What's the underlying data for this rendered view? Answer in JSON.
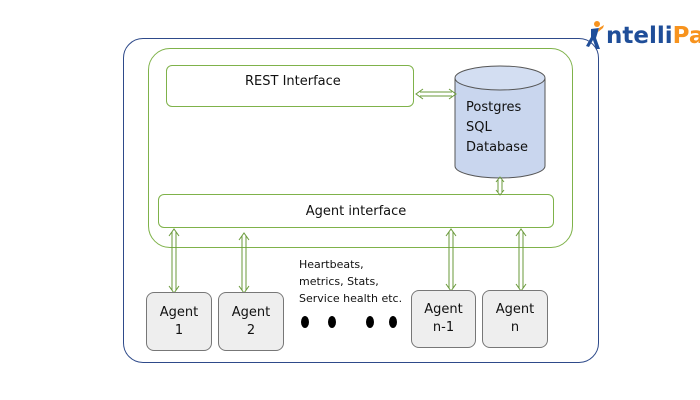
{
  "logo": {
    "text_part1": "ntelli",
    "text_part2": "Paat",
    "color_orange": "#f7931e",
    "color_blue": "#1f4e99"
  },
  "diagram": {
    "rest_interface": "REST Interface",
    "database_line1": "Postgres",
    "database_line2": "SQL",
    "database_line3": "Database",
    "agent_interface": "Agent interface",
    "message_line1": "Heartbeats,",
    "message_line2": "metrics, Stats,",
    "message_line3": "Service health etc.",
    "agents": [
      {
        "line1": "Agent",
        "line2": "1"
      },
      {
        "line1": "Agent",
        "line2": "2"
      },
      {
        "line1": "Agent",
        "line2": "n-1"
      },
      {
        "line1": "Agent",
        "line2": "n"
      }
    ],
    "colors": {
      "outer_border": "#2e4a8a",
      "inner_border": "#7fb24a",
      "database_fill": "#c9d6ee",
      "agent_fill": "#eeeeee"
    }
  }
}
